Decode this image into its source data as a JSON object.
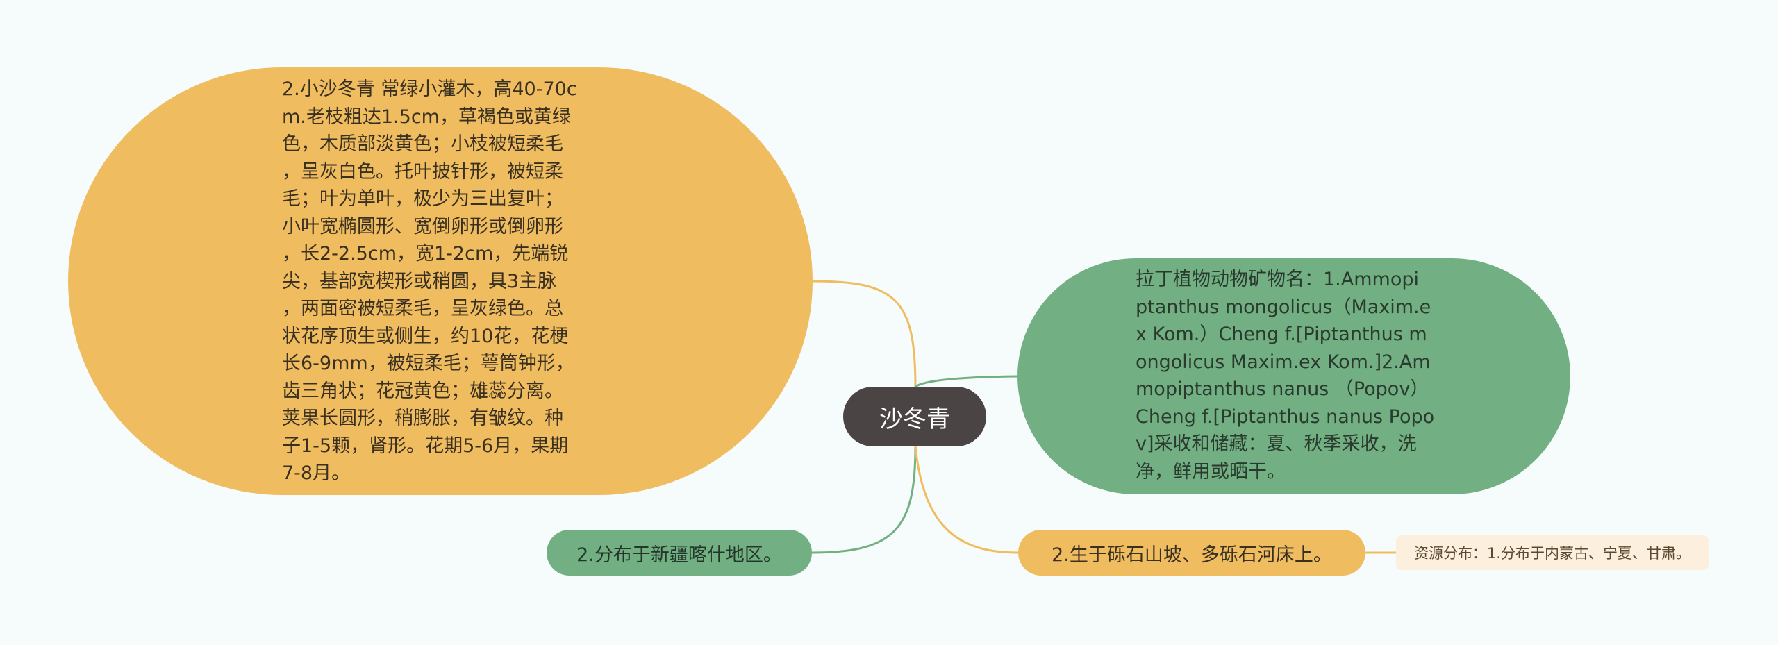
{
  "central": {
    "label": "沙冬青"
  },
  "left_bubble": {
    "lines": [
      "2.小沙冬青 常绿小灌木，高40-70c",
      "m.老枝粗达1.5cm，草褐色或黄绿",
      "色，木质部淡黄色；小枝被短柔毛",
      "，呈灰白色。托叶披针形，被短柔",
      "毛；叶为单叶，极少为三出复叶；",
      "小叶宽椭圆形、宽倒卵形或倒卵形",
      "，长2-2.5cm，宽1-2cm，先端锐",
      "尖，基部宽楔形或稍圆，具3主脉",
      "，两面密被短柔毛，呈灰绿色。总",
      "状花序顶生或侧生，约10花，花梗",
      "长6-9mm，被短柔毛；萼筒钟形，",
      "齿三角状；花冠黄色；雄蕊分离。",
      "荚果长圆形，稍膨胀，有皱纹。种",
      "子1-5颗，肾形。花期5-6月，果期",
      "7-8月。"
    ]
  },
  "right_bubble": {
    "lines": [
      "拉丁植物动物矿物名：1.Ammopi",
      "ptanthus mongolicus（Maxim.e",
      "x Kom.）Cheng f.[Piptanthus m",
      "ongolicus Maxim.ex Kom.]2.Am",
      "mopiptanthus nanus （Popov）",
      "Cheng f.[Piptanthus nanus Popo",
      "v]采收和储藏：夏、秋季采收，洗",
      "净，鲜用或晒干。"
    ]
  },
  "left_pill": {
    "label": "2.分布于新疆喀什地区。"
  },
  "right_pill": {
    "label": "2.生于砾石山坡、多砾石河床上。"
  },
  "right_leaf": {
    "label": "资源分布：1.分布于内蒙古、宁夏、甘肃。"
  },
  "colors": {
    "orange": "#f0bc60",
    "green": "#72b083",
    "central": "#4a4544",
    "leaf_bg": "#fcefde",
    "background": "#f6fbfb"
  }
}
